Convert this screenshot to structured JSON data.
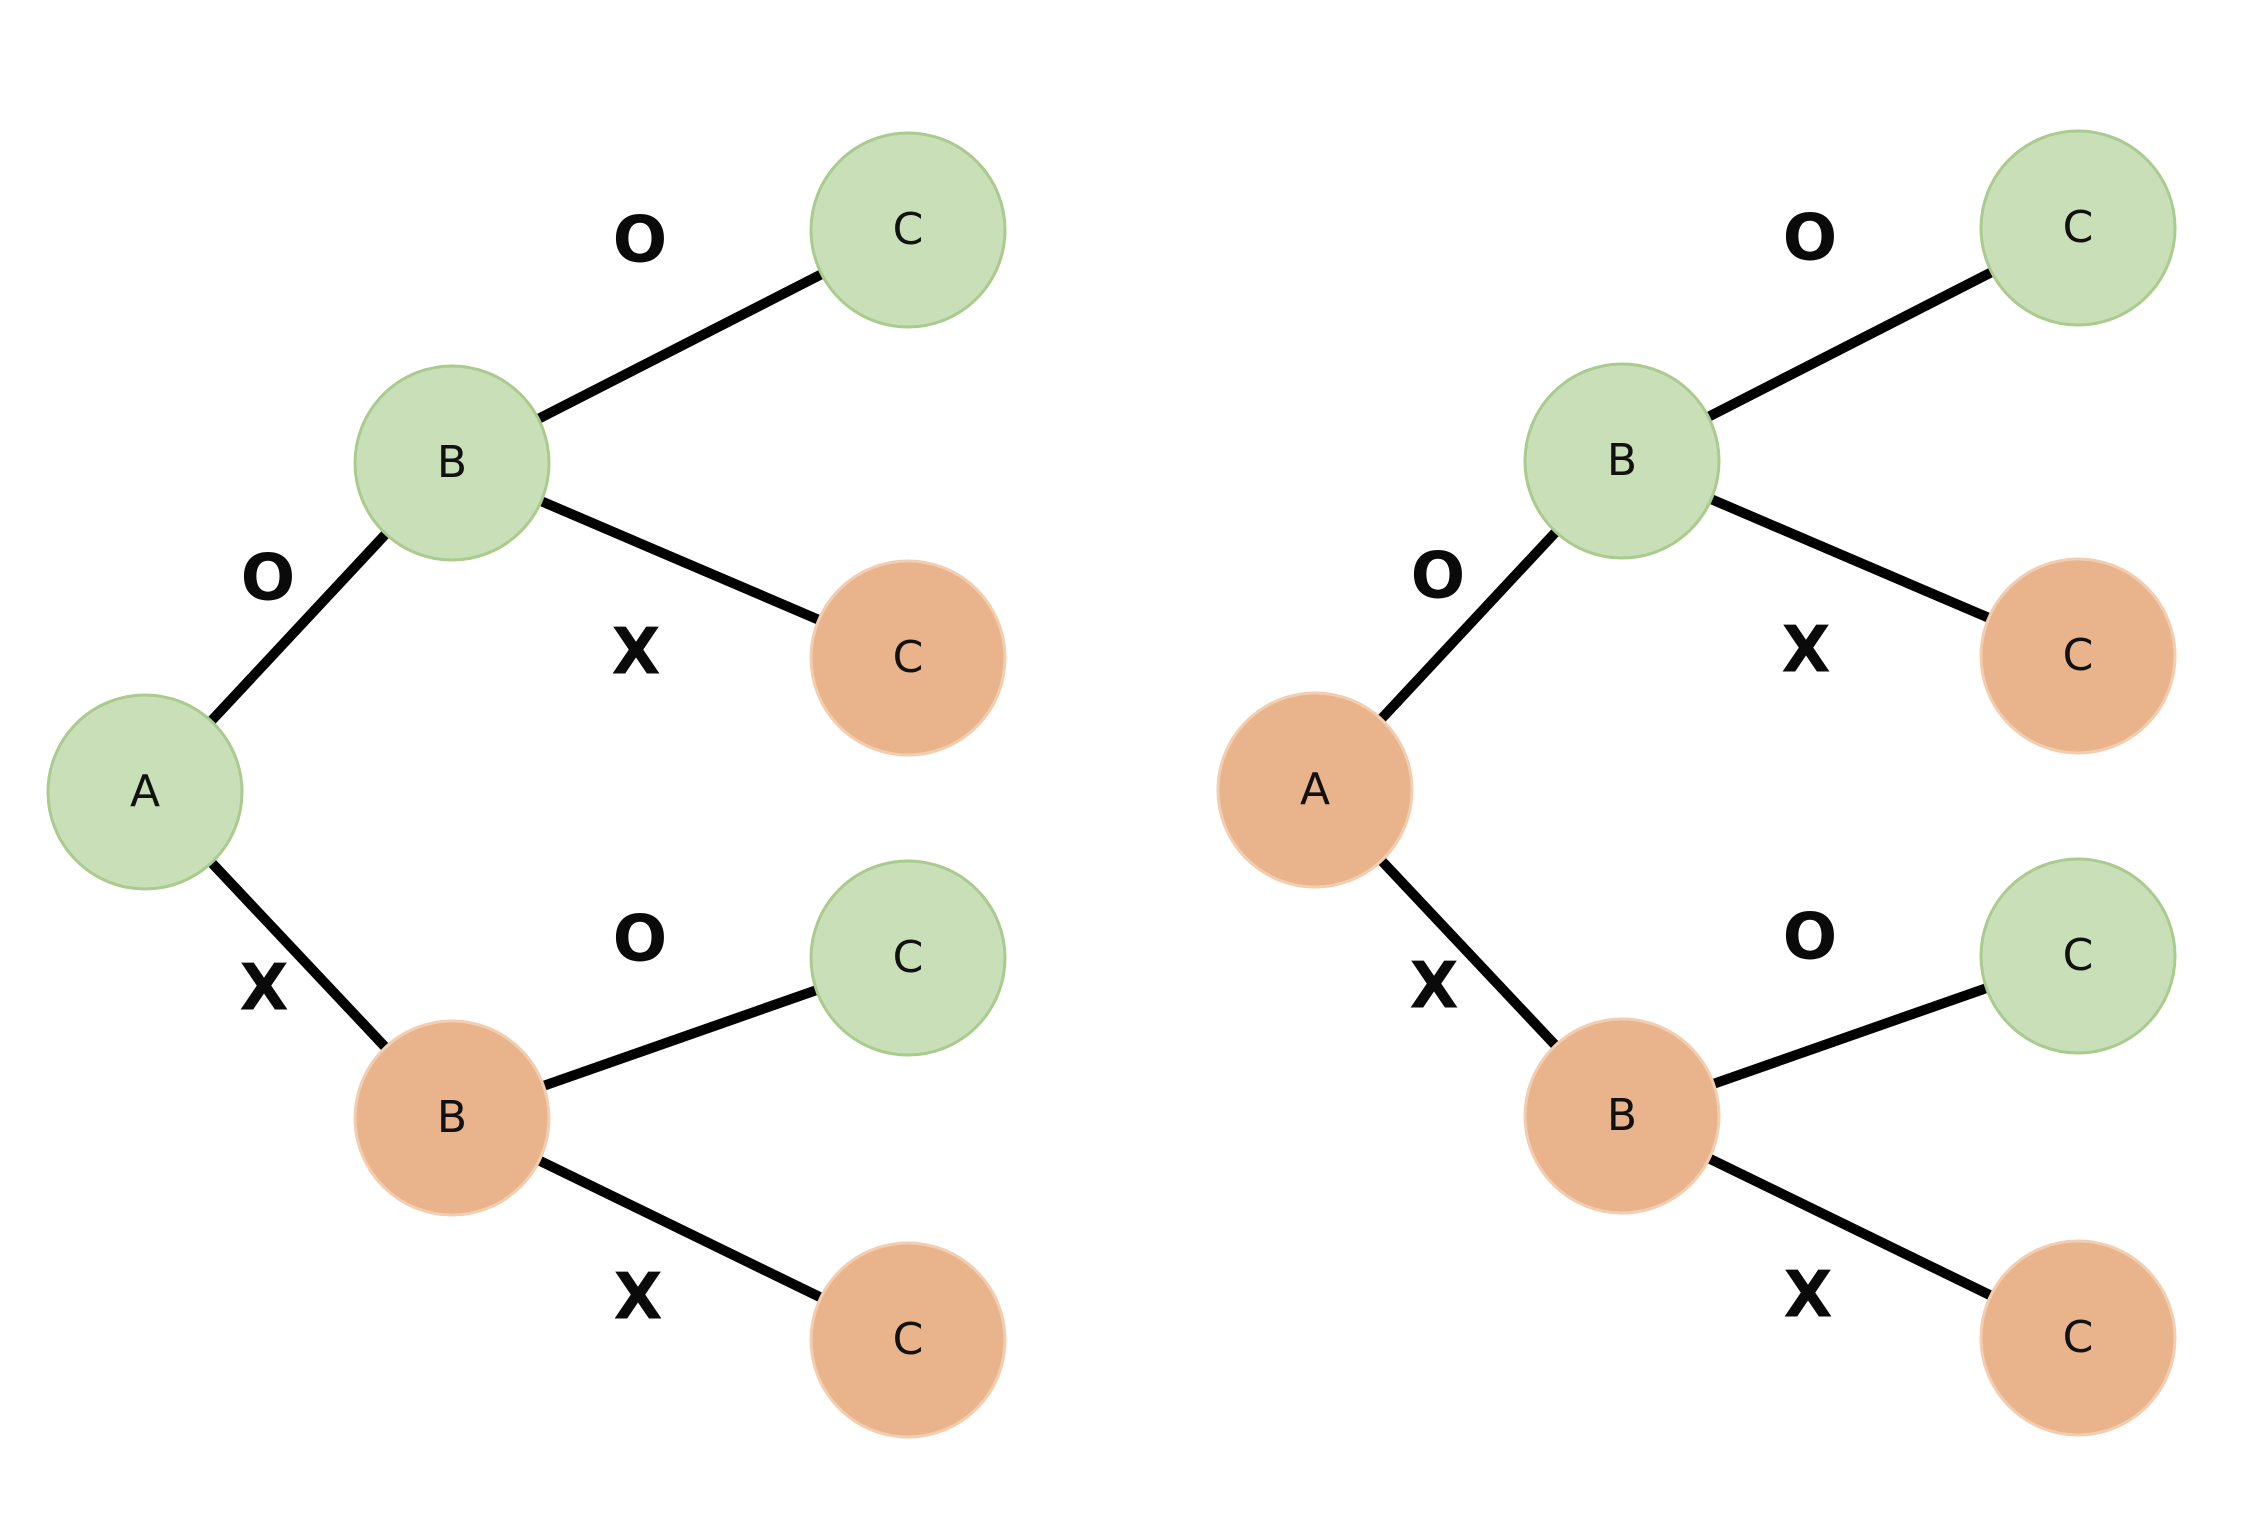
{
  "colors": {
    "green_fill": "#c9dfb7",
    "green_stroke": "#a9cc8e",
    "orange_fill": "#e9b48b",
    "orange_stroke": "#f2cdb0",
    "edge": "#000000"
  },
  "trees": [
    {
      "nodes": [
        {
          "id": "A",
          "label": "A",
          "color": "green"
        },
        {
          "id": "B1",
          "label": "B",
          "color": "green"
        },
        {
          "id": "B2",
          "label": "B",
          "color": "orange"
        },
        {
          "id": "C1",
          "label": "C",
          "color": "green"
        },
        {
          "id": "C2",
          "label": "C",
          "color": "orange"
        },
        {
          "id": "C3",
          "label": "C",
          "color": "green"
        },
        {
          "id": "C4",
          "label": "C",
          "color": "orange"
        }
      ],
      "edges": [
        {
          "from": "A",
          "to": "B1",
          "label": "O"
        },
        {
          "from": "A",
          "to": "B2",
          "label": "X"
        },
        {
          "from": "B1",
          "to": "C1",
          "label": "O"
        },
        {
          "from": "B1",
          "to": "C2",
          "label": "X"
        },
        {
          "from": "B2",
          "to": "C3",
          "label": "O"
        },
        {
          "from": "B2",
          "to": "C4",
          "label": "X"
        }
      ]
    },
    {
      "nodes": [
        {
          "id": "A",
          "label": "A",
          "color": "orange"
        },
        {
          "id": "B1",
          "label": "B",
          "color": "green"
        },
        {
          "id": "B2",
          "label": "B",
          "color": "orange"
        },
        {
          "id": "C1",
          "label": "C",
          "color": "green"
        },
        {
          "id": "C2",
          "label": "C",
          "color": "orange"
        },
        {
          "id": "C3",
          "label": "C",
          "color": "green"
        },
        {
          "id": "C4",
          "label": "C",
          "color": "orange"
        }
      ],
      "edges": [
        {
          "from": "A",
          "to": "B1",
          "label": "O"
        },
        {
          "from": "A",
          "to": "B2",
          "label": "X"
        },
        {
          "from": "B1",
          "to": "C1",
          "label": "O"
        },
        {
          "from": "B1",
          "to": "C2",
          "label": "X"
        },
        {
          "from": "B2",
          "to": "C3",
          "label": "O"
        },
        {
          "from": "B2",
          "to": "C4",
          "label": "X"
        }
      ]
    }
  ]
}
